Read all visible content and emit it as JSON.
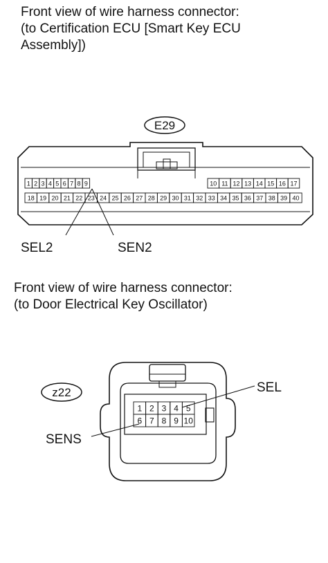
{
  "connector1": {
    "caption_lines": [
      "Front view of wire harness connector:",
      "(to Certification ECU [Smart Key ECU",
      "Assembly])"
    ],
    "code": "E29",
    "pins_top_left": [
      "1",
      "2",
      "3",
      "4",
      "5",
      "6",
      "7",
      "8",
      "9"
    ],
    "pins_top_right": [
      "10",
      "11",
      "12",
      "13",
      "14",
      "15",
      "16",
      "17"
    ],
    "pins_bottom": [
      "18",
      "19",
      "20",
      "21",
      "22",
      "23",
      "24",
      "25",
      "26",
      "27",
      "28",
      "29",
      "30",
      "31",
      "32",
      "33",
      "34",
      "35",
      "36",
      "37",
      "38",
      "39",
      "40"
    ],
    "callouts": {
      "left": "SEL2",
      "right": "SEN2"
    }
  },
  "connector2": {
    "caption_lines": [
      "Front view of wire harness connector:",
      "(to Door Electrical Key Oscillator)"
    ],
    "code": "z22",
    "pins_top": [
      "1",
      "2",
      "3",
      "4",
      "5"
    ],
    "pins_bottom": [
      "6",
      "7",
      "8",
      "9",
      "10"
    ],
    "callouts": {
      "right": "SEL",
      "left": "SENS"
    }
  }
}
